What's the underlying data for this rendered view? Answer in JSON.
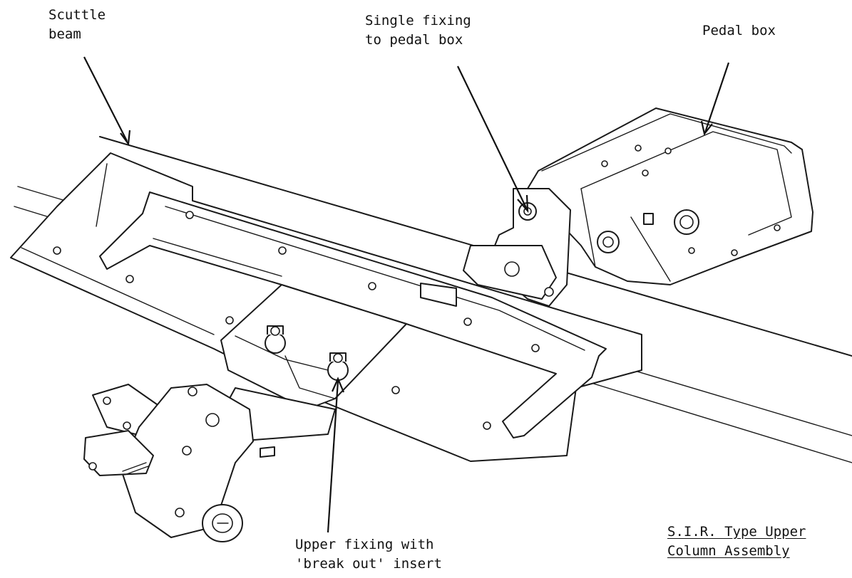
{
  "labels": {
    "scuttle_beam": [
      "Scuttle",
      "beam"
    ],
    "single_fixing": [
      "Single fixing",
      "to pedal box"
    ],
    "pedal_box": [
      "Pedal box"
    ],
    "upper_fixing": [
      "Upper fixing with",
      "'break out' insert"
    ]
  },
  "caption": [
    "S.I.R. Type Upper",
    "Column Assembly"
  ]
}
